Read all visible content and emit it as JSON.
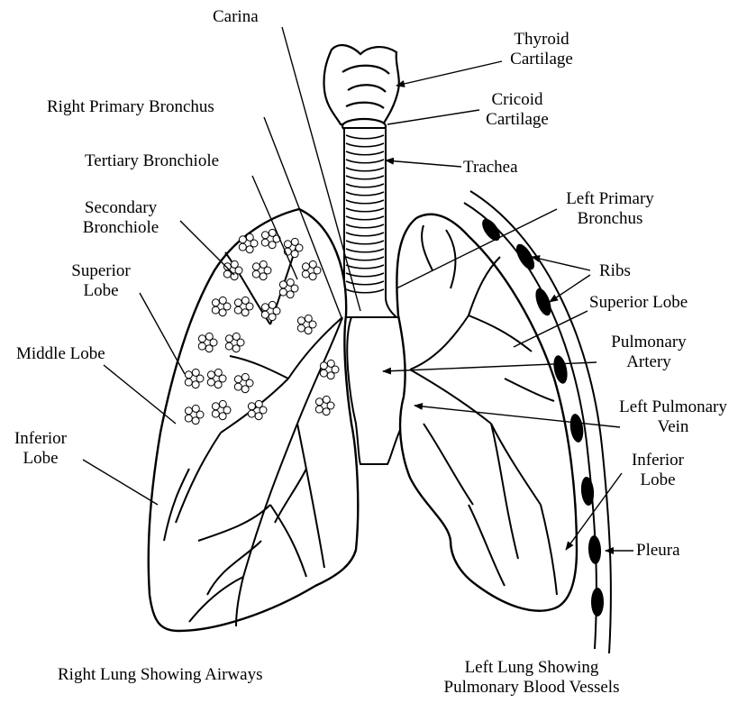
{
  "labels": {
    "carina": "Carina",
    "thyroid_1": "Thyroid",
    "thyroid_2": "Cartilage",
    "cricoid_1": "Cricoid",
    "cricoid_2": "Cartilage",
    "trachea": "Trachea",
    "right_primary_bronchus": "Right Primary Bronchus",
    "tertiary_bronchiole": "Tertiary Bronchiole",
    "secondary_1": "Secondary",
    "secondary_2": "Bronchiole",
    "r_superior_1": "Superior",
    "r_superior_2": "Lobe",
    "middle_lobe": "Middle Lobe",
    "r_inferior_1": "Inferior",
    "r_inferior_2": "Lobe",
    "left_primary_1": "Left Primary",
    "left_primary_2": "Bronchus",
    "ribs": "Ribs",
    "l_superior_lobe": "Superior Lobe",
    "pulmonary_1": "Pulmonary",
    "pulmonary_2": "Artery",
    "left_pulm_vein_1": "Left Pulmonary",
    "left_pulm_vein_2": "Vein",
    "l_inferior_1": "Inferior",
    "l_inferior_2": "Lobe",
    "pleura": "Pleura"
  },
  "captions": {
    "right": "Right  Lung  Showing Airways",
    "left_1": "Left Lung Showing",
    "left_2": "Pulmonary Blood Vessels"
  }
}
